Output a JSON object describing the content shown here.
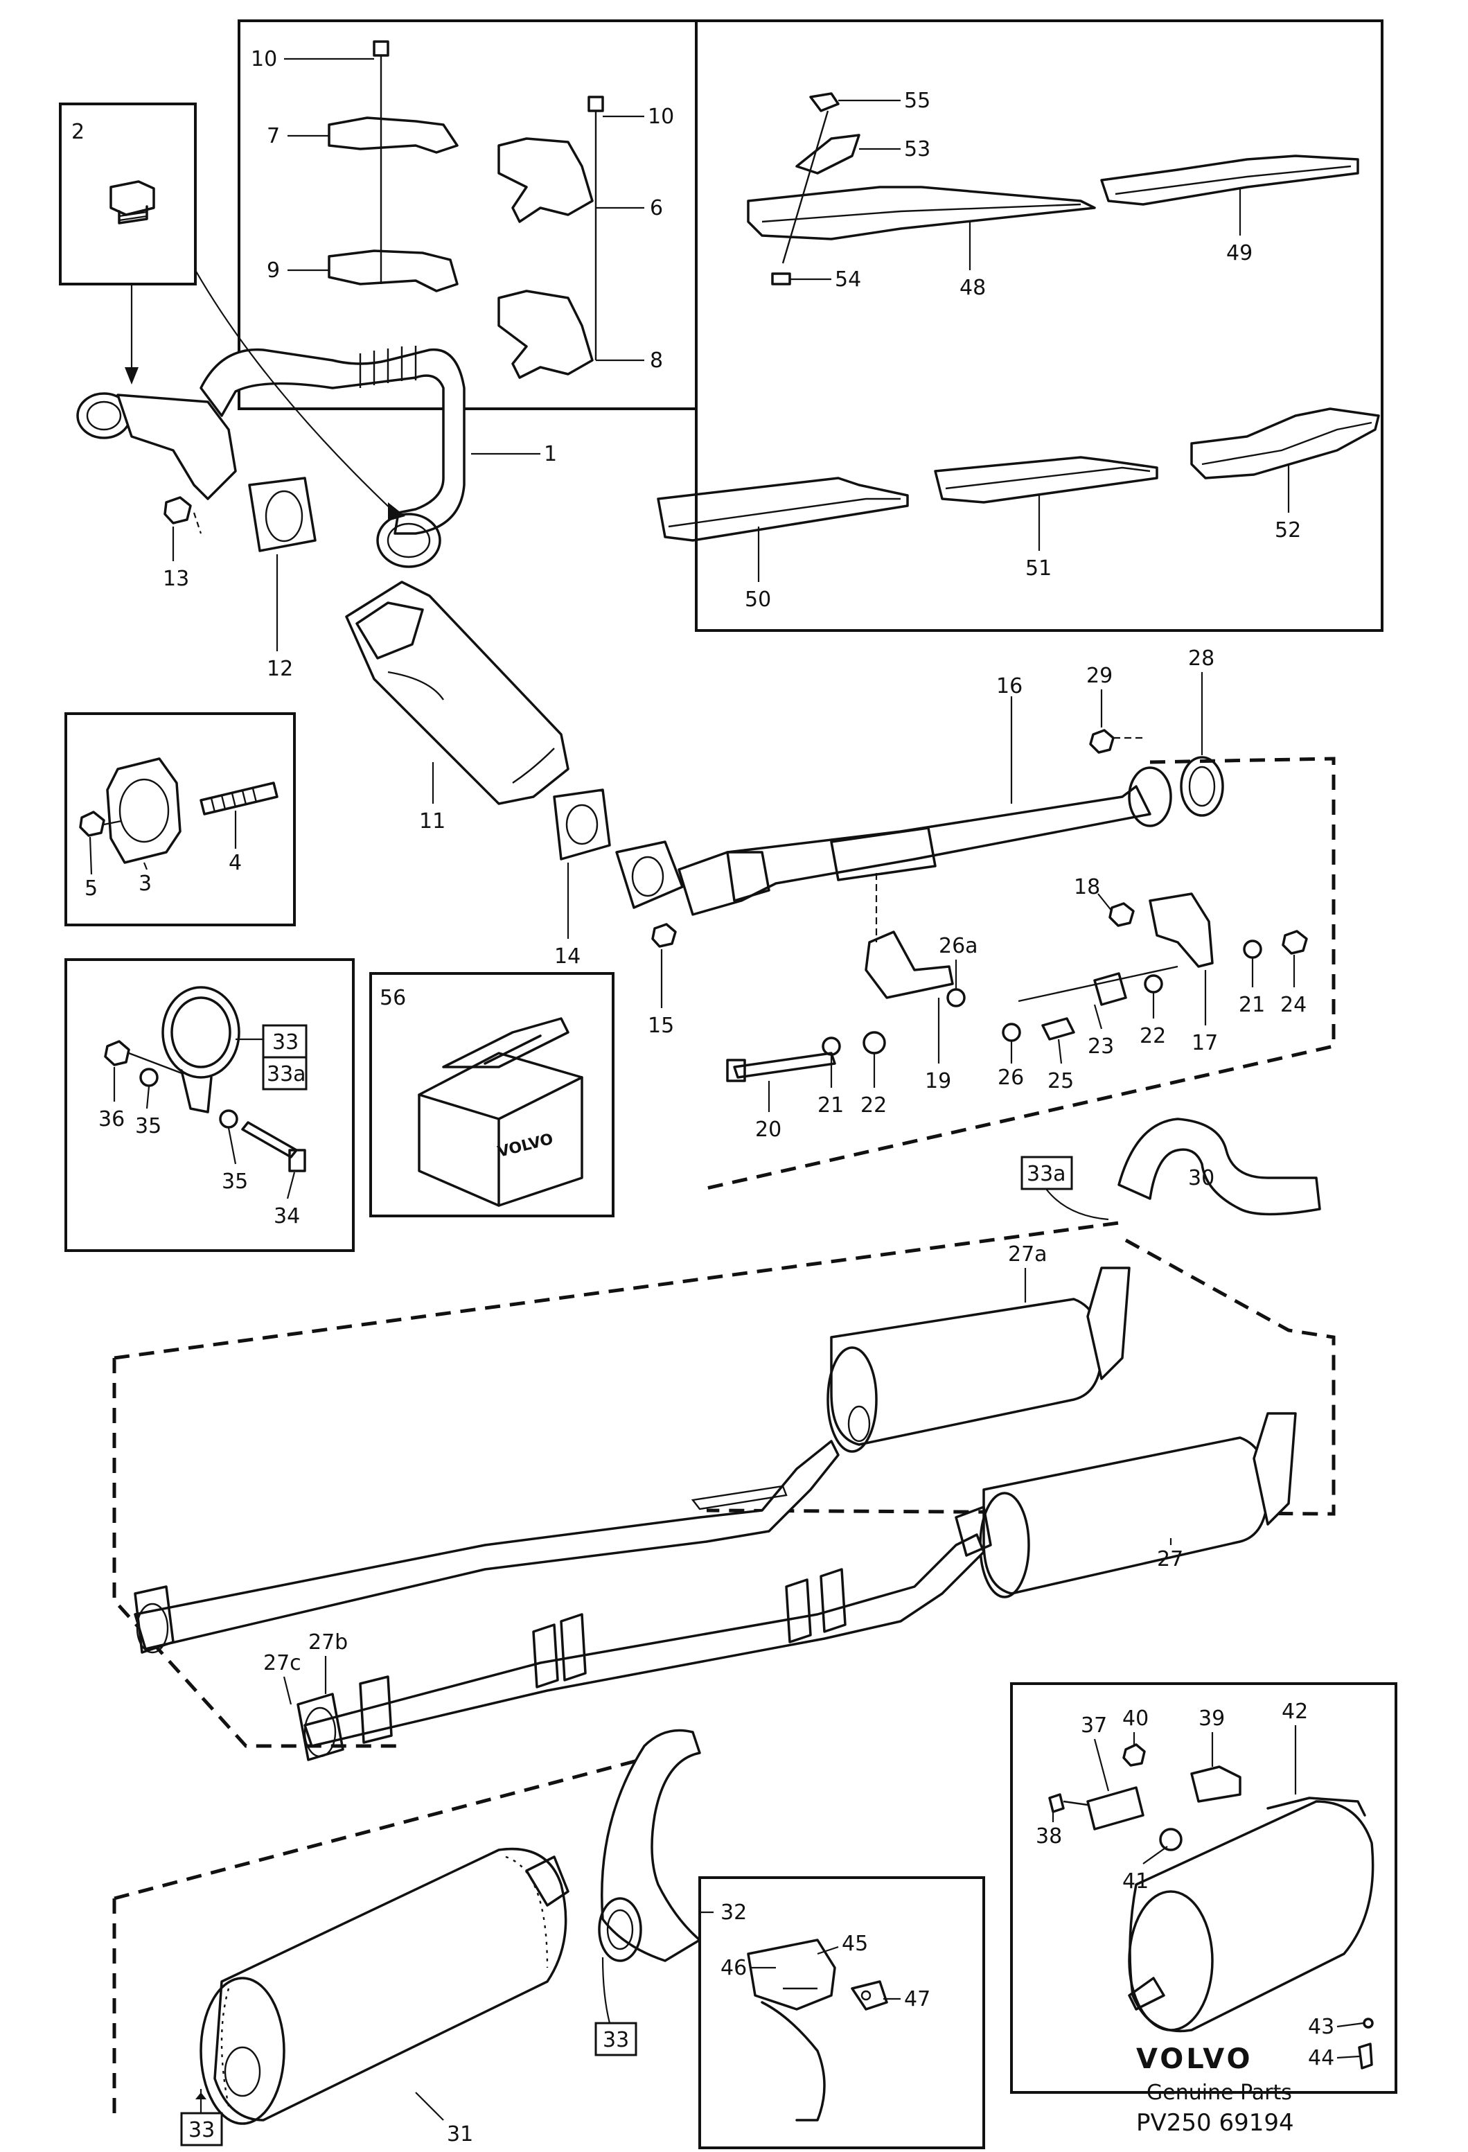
{
  "parts": [
    {
      "n": "1"
    },
    {
      "n": "2"
    },
    {
      "n": "3"
    },
    {
      "n": "4"
    },
    {
      "n": "5"
    },
    {
      "n": "6"
    },
    {
      "n": "7"
    },
    {
      "n": "8"
    },
    {
      "n": "9"
    },
    {
      "n": "10"
    },
    {
      "n": "11"
    },
    {
      "n": "12"
    },
    {
      "n": "13"
    },
    {
      "n": "14"
    },
    {
      "n": "15"
    },
    {
      "n": "16"
    },
    {
      "n": "17"
    },
    {
      "n": "18"
    },
    {
      "n": "19"
    },
    {
      "n": "20"
    },
    {
      "n": "21"
    },
    {
      "n": "22"
    },
    {
      "n": "23"
    },
    {
      "n": "24"
    },
    {
      "n": "25"
    },
    {
      "n": "26"
    },
    {
      "n": "26a"
    },
    {
      "n": "27"
    },
    {
      "n": "27a"
    },
    {
      "n": "27b"
    },
    {
      "n": "27c"
    },
    {
      "n": "28"
    },
    {
      "n": "29"
    },
    {
      "n": "30"
    },
    {
      "n": "31"
    },
    {
      "n": "32"
    },
    {
      "n": "33"
    },
    {
      "n": "33a"
    },
    {
      "n": "34"
    },
    {
      "n": "35"
    },
    {
      "n": "36"
    },
    {
      "n": "37"
    },
    {
      "n": "38"
    },
    {
      "n": "39"
    },
    {
      "n": "40"
    },
    {
      "n": "41"
    },
    {
      "n": "42"
    },
    {
      "n": "43"
    },
    {
      "n": "44"
    },
    {
      "n": "45"
    },
    {
      "n": "46"
    },
    {
      "n": "47"
    },
    {
      "n": "48"
    },
    {
      "n": "49"
    },
    {
      "n": "50"
    },
    {
      "n": "51"
    },
    {
      "n": "52"
    },
    {
      "n": "53"
    },
    {
      "n": "54"
    },
    {
      "n": "55"
    },
    {
      "n": "56"
    }
  ],
  "branding": {
    "logo": "VOLVO",
    "subtitle": "Genuine Parts",
    "code": "PV250 69194"
  },
  "box_logo": "VOLVO"
}
